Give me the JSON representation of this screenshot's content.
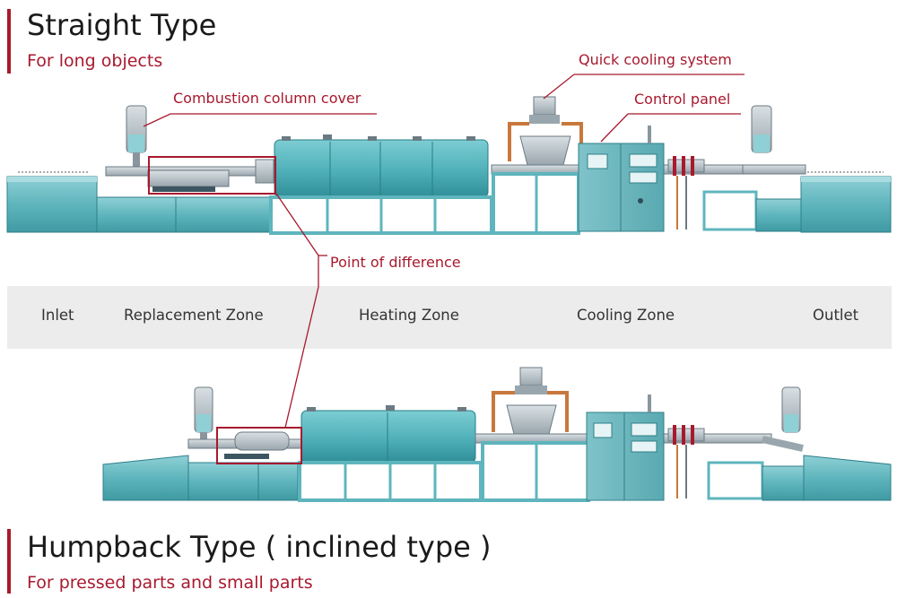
{
  "straight": {
    "title": "Straight Type",
    "subtitle": "For long objects"
  },
  "humpback": {
    "title": "Humpback Type ( inclined type )",
    "subtitle": "For pressed parts and small parts"
  },
  "callouts": {
    "combustion_cover": "Combustion column cover",
    "quick_cooling": "Quick cooling system",
    "control_panel": "Control panel",
    "point_of_difference": "Point of difference"
  },
  "zones": [
    "Inlet",
    "Replacement Zone",
    "Heating Zone",
    "Cooling Zone",
    "Outlet"
  ],
  "colors": {
    "accent": "#a8192e",
    "machine_teal": "#5fb5bd",
    "machine_teal_dark": "#3b8e98",
    "copper_pipe": "#c8783c",
    "zone_band": "#ececec"
  }
}
